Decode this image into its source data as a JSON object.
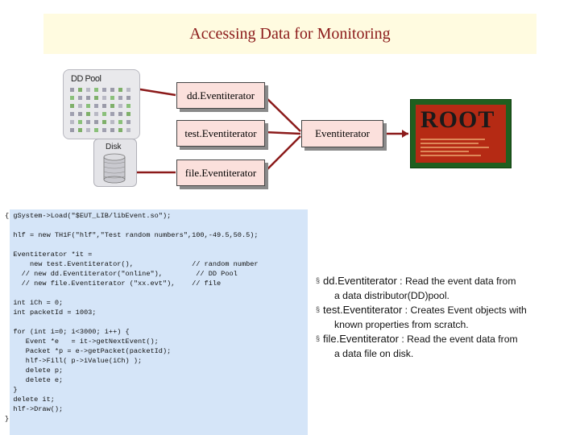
{
  "title": "Accessing Data for Monitoring",
  "dd_pool_label": "DD Pool",
  "disk_label": "Disk",
  "eventiterators": {
    "dd": "dd.Eventiterator",
    "test": "test.Eventiterator",
    "file": "file.Eventiterator",
    "base": "Eventiterator"
  },
  "root_logo_text": "ROOT",
  "colors": {
    "title_color": "#8b1a1a",
    "title_bg": "#fffbe0",
    "iterator_fill": "#fbe0dc",
    "arrow_color": "#8b1a1a",
    "code_bg": "#d5e5f8",
    "root_bg": "#b52a14"
  },
  "code_lines": [
    "{ gSystem->Load(\"$EUT_LIB/libEvent.so\");",
    "",
    "  hlf = new TH1F(\"hlf\",\"Test random numbers\",100,-49.5,50.5);",
    "",
    "  Eventiterator *it =",
    "      new test.Eventiterator(),              // random number",
    "    // new dd.Eventiterator(\"online\"),        // DD Pool",
    "    // new file.Eventiterator (\"xx.evt\"),    // file",
    "",
    "  int iCh = 0;",
    "  int packetId = 1003;",
    "",
    "  for (int i=0; i<3000; i++) {",
    "     Event *e   = it->getNextEvent();",
    "     Packet *p = e->getPacket(packetId);",
    "     hlf->Fill( p->iValue(iCh) );",
    "     delete p;",
    "     delete e;",
    "  }",
    "  delete it;",
    "  hlf->Draw();",
    "}"
  ],
  "bullets": [
    {
      "name": "dd.Eventiterator",
      "sep": " : ",
      "text": "Read the event data from",
      "cont": "a data distributor(DD)pool."
    },
    {
      "name": "test.Eventiterator",
      "sep": " : ",
      "text": "Creates Event objects with",
      "cont": "known properties from scratch."
    },
    {
      "name": "file.Eventiterator",
      "sep": " : ",
      "text": "Read the event data from",
      "cont": "a data file on disk."
    }
  ]
}
